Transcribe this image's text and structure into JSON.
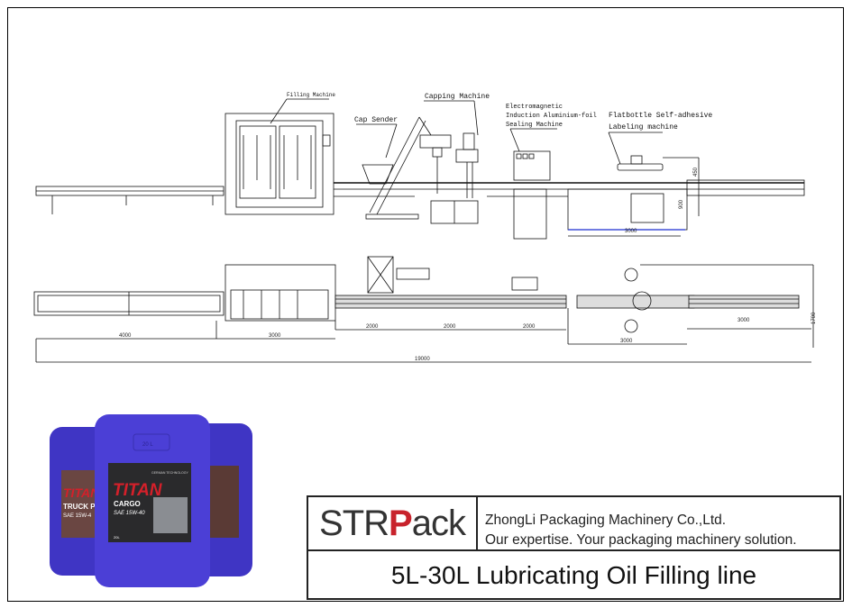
{
  "diagram": {
    "labels": {
      "filling": "Filling Machine",
      "cap_sender": "Cap Sender",
      "capping": "Capping Machine",
      "sealing": [
        "Electromagnetic",
        "Induction Aluminium-foil",
        "Sealing Machine"
      ],
      "labeling": [
        "Flatbottle Self-adhesive",
        "Labeling machine"
      ]
    },
    "side_dimensions": [
      "3000",
      "900",
      "450"
    ],
    "plan_dimensions": {
      "segments": [
        "4000",
        "3000",
        "2000",
        "2000",
        "2000",
        "3000",
        "3000"
      ],
      "width": "1700",
      "total": "19000"
    }
  },
  "product": {
    "brand": "TITAN",
    "center_label": [
      "CARGO",
      "SAE 15W-40"
    ],
    "left_label": [
      "TRUCK P",
      "SAE 15W-4"
    ],
    "volume": "20L",
    "cap_mark": "20 L",
    "tagline": "GERMAN TECHNOLOGY",
    "color": "#4b3fd6"
  },
  "banner": {
    "logo": {
      "left": "STR",
      "accent": "P",
      "right": "ack"
    },
    "company": "ZhongLi Packaging Machinery Co.,Ltd.",
    "slogan": "Our expertise. Your packaging machinery solution.",
    "title": "5L-30L Lubricating Oil Filling line",
    "accent_color": "#c8232c"
  }
}
